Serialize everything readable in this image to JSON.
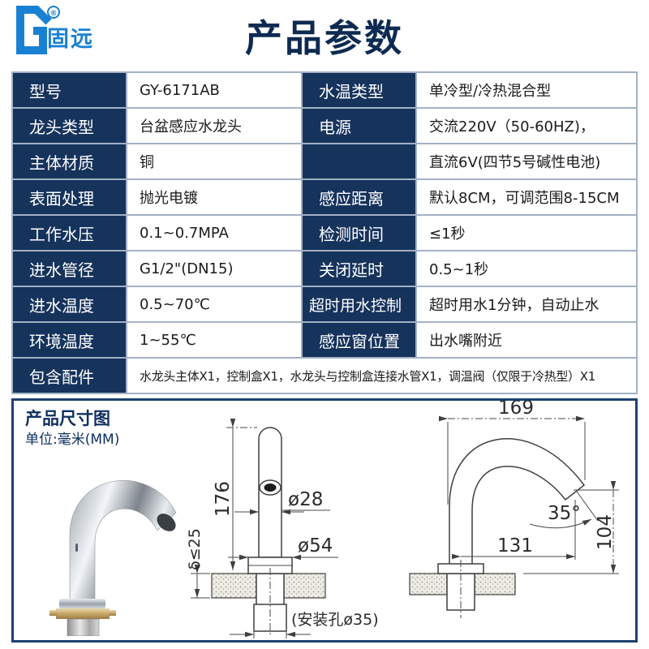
{
  "brand": {
    "logo_text": "固远",
    "registered_mark": "®"
  },
  "title": "产品参数",
  "spec_table": {
    "left_rows": [
      {
        "label": "型号",
        "value": "GY-6171AB"
      },
      {
        "label": "龙头类型",
        "value": "台盆感应水龙头"
      },
      {
        "label": "主体材质",
        "value": "铜"
      },
      {
        "label": "表面处理",
        "value": "抛光电镀"
      },
      {
        "label": "工作水压",
        "value": "0.1~0.7MPA"
      },
      {
        "label": "进水管径",
        "value": "G1/2\"(DN15)"
      },
      {
        "label": "进水温度",
        "value": "0.5~70℃"
      },
      {
        "label": "环境温度",
        "value": "1~55℃"
      }
    ],
    "right_rows": [
      {
        "label": "水温类型",
        "value": "单冷型/冷热混合型"
      },
      {
        "label": "电源",
        "value": "交流220V（50-60HZ)，"
      },
      {
        "label": "",
        "value": "直流6V(四节5号碱性电池)"
      },
      {
        "label": "感应距离",
        "value": "默认8CM，可调范围8-15CM"
      },
      {
        "label": "检测时间",
        "value": "≤1秒"
      },
      {
        "label": "关闭延时",
        "value": "0.5~1秒"
      },
      {
        "label": "超时用水控制",
        "value": "超时用水1分钟，自动止水"
      },
      {
        "label": "感应窗位置",
        "value": "出水嘴附近"
      }
    ],
    "bottom_row": {
      "label": "包含配件",
      "value": "水龙头主体X1，控制盒X1，水龙头与控制盒连接水管X1，调温阀（仅限于冷热型）X1"
    }
  },
  "dimension_section": {
    "title": "产品尺寸图",
    "unit": "单位:毫米(MM)",
    "front_view": {
      "height": "176",
      "tube_diameter": "ø28",
      "base_diameter": "ø54",
      "counter_thickness": "δ≤25",
      "mounting_hole": "(安装孔ø35)"
    },
    "side_view": {
      "overall_width": "169",
      "spout_angle": "35°",
      "spout_reach": "131",
      "spout_height": "104"
    }
  },
  "colors": {
    "label_cell": "#16335c",
    "table_border": "#a3b1c6",
    "title_text": "#0d2a52",
    "logo_blue": "#1981d3",
    "panel_border": "#1d4270"
  }
}
